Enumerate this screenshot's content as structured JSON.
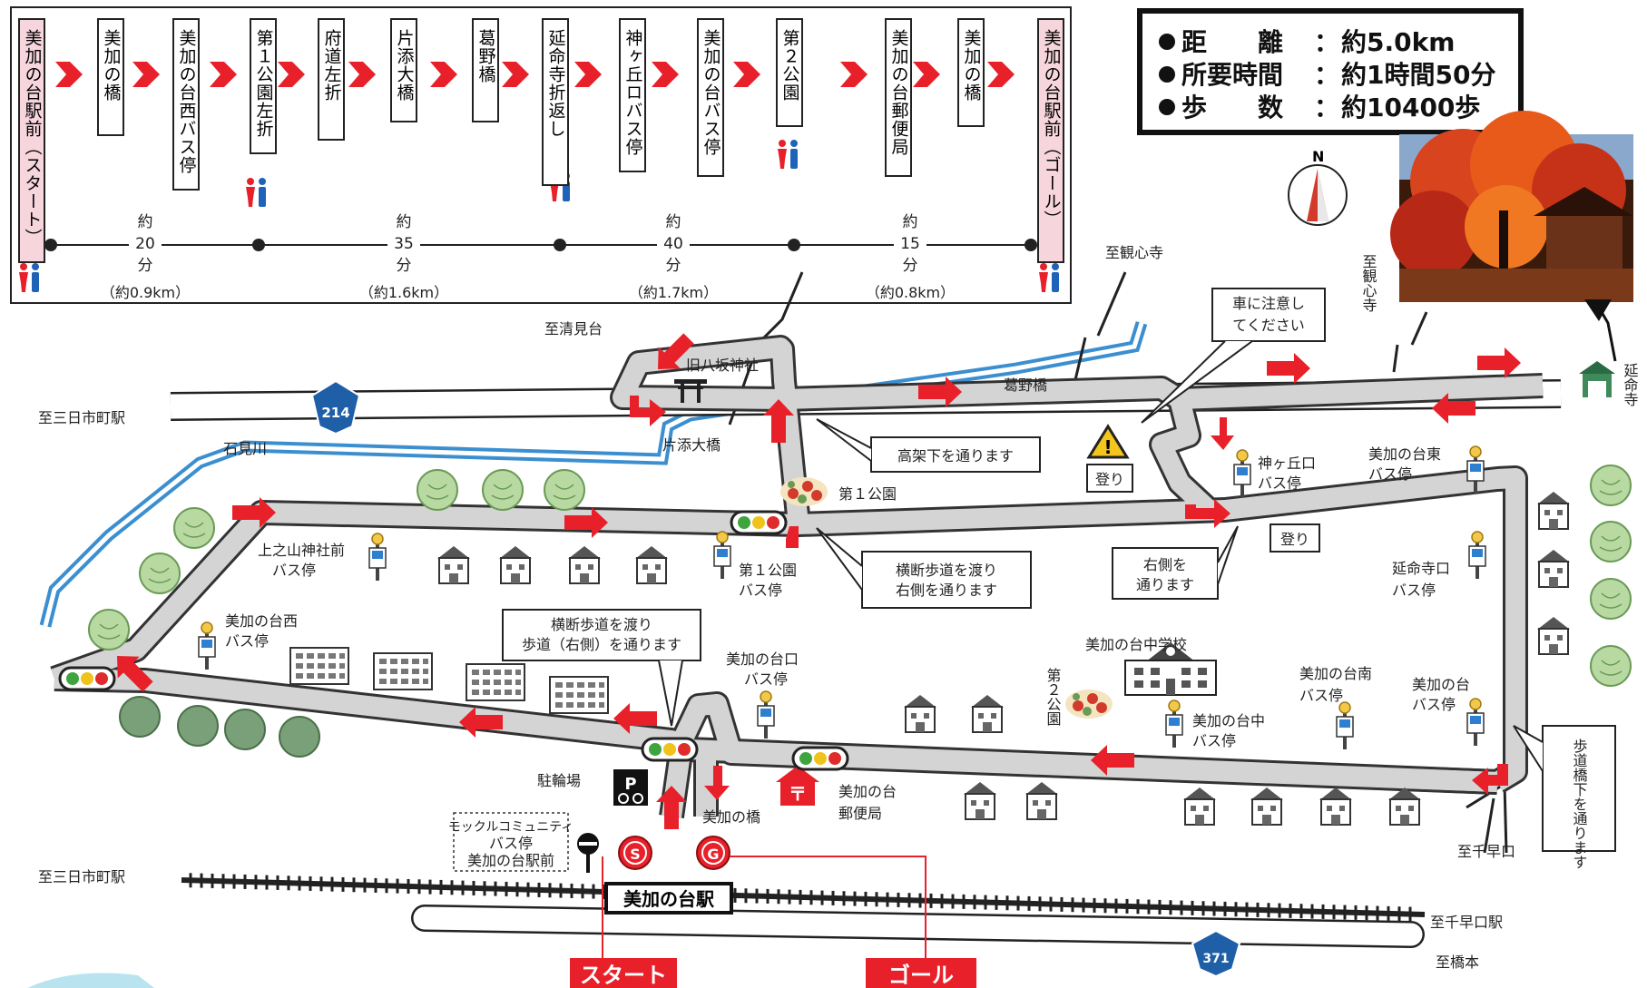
{
  "summary": {
    "distance": {
      "label": "距　　離",
      "value": "約5.0km"
    },
    "time": {
      "label": "所要時間",
      "value": "約1時間50分"
    },
    "steps": {
      "label": "歩　　数",
      "value": "約10400歩"
    }
  },
  "route_steps": [
    "美加の台駅前（スタート）",
    "美加の橋",
    "美加の台西バス停",
    "第１公園左折",
    "府道左折",
    "片添大橋",
    "葛野橋",
    "延命寺折返し",
    "神ヶ丘ロバス停",
    "美加の台バス停",
    "第２公園",
    "美加の台郵便局",
    "美加の橋",
    "美加の台駅前（ゴール）"
  ],
  "segments": [
    {
      "time_top": "約",
      "time_num": "20",
      "time_unit": "分",
      "distance": "（約0.9km）"
    },
    {
      "time_top": "約",
      "time_num": "35",
      "time_unit": "分",
      "distance": "（約1.6km）"
    },
    {
      "time_top": "約",
      "time_num": "40",
      "time_unit": "分",
      "distance": "（約1.7km）"
    },
    {
      "time_top": "約",
      "time_num": "15",
      "time_unit": "分",
      "distance": "（約0.8km）"
    }
  ],
  "compass": "N",
  "roads": {
    "r214": "214",
    "r371": "371"
  },
  "labels": {
    "to_kiyomidai": "至清見台",
    "old_shrine": "旧八坂神社",
    "to_mikkaichi_top": "至三日市町駅",
    "to_mikkaichi_bottom": "至三日市町駅",
    "ishimi_river": "石見川",
    "katasoe_bridge": "片添大橋",
    "kuzuno_bridge": "葛野橋",
    "to_kanshinji_1": "至観心寺",
    "to_kanshinji_2": "至観心寺",
    "caution_1": "車に注意し",
    "caution_2": "てください",
    "uphill_1": "登り",
    "uphill_2": "登り",
    "elevated": "高架下を通ります",
    "park1": "第１公園",
    "crosswalk1_1": "横断歩道を渡り",
    "crosswalk1_2": "右側を通ります",
    "keep_right_1": "右側を",
    "keep_right_2": "通ります",
    "crosswalk2_1": "横断歩道を渡り",
    "crosswalk2_2": "歩道（右側）を通ります",
    "junior_high": "美加の台中学校",
    "park2": "第２公園",
    "bicycle_parking": "駐輪場",
    "mikano_bridge": "美加の橋",
    "post_office_1": "美加の台",
    "post_office_2": "郵便局",
    "community_bus_1": "モックルコミュニティ",
    "community_bus_2": "バス停",
    "community_bus_3": "美加の台駅前",
    "station": "美加の台駅",
    "to_chihayaguchi": "至千早口",
    "to_chihayaguchi_station": "至千早口駅",
    "to_hashimoto": "至橋本",
    "underpass": "歩道橋下を通ります",
    "enmeiji": "延命寺",
    "start": "スタート",
    "goal": "ゴール",
    "start_pin": "S",
    "goal_pin": "G",
    "parking_sign": "P"
  },
  "bus_stops": {
    "kaminoyama_1": "上之山神社前",
    "kaminoyama_2": "バス停",
    "nishi_1": "美加の台西",
    "nishi_2": "バス停",
    "park1_1": "第１公園",
    "park1_2": "バス停",
    "kuchi_1": "美加の台口",
    "kuchi_2": "バス停",
    "naka_1": "美加の台中",
    "naka_2": "バス停",
    "minami_1": "美加の台南",
    "minami_2": "バス停",
    "dai_1": "美加の台",
    "dai_2": "バス停",
    "enmeijiguchi_1": "延命寺口",
    "enmeijiguchi_2": "バス停",
    "higashi_1": "美加の台東",
    "higashi_2": "バス停",
    "kamigaoka_1": "神ヶ丘口",
    "kamigaoka_2": "バス停"
  },
  "colors": {
    "route_arrow": "#e8202a",
    "road": "#d4d4d4",
    "river": "#3b8fd0",
    "label_bg": "#e8202a"
  }
}
